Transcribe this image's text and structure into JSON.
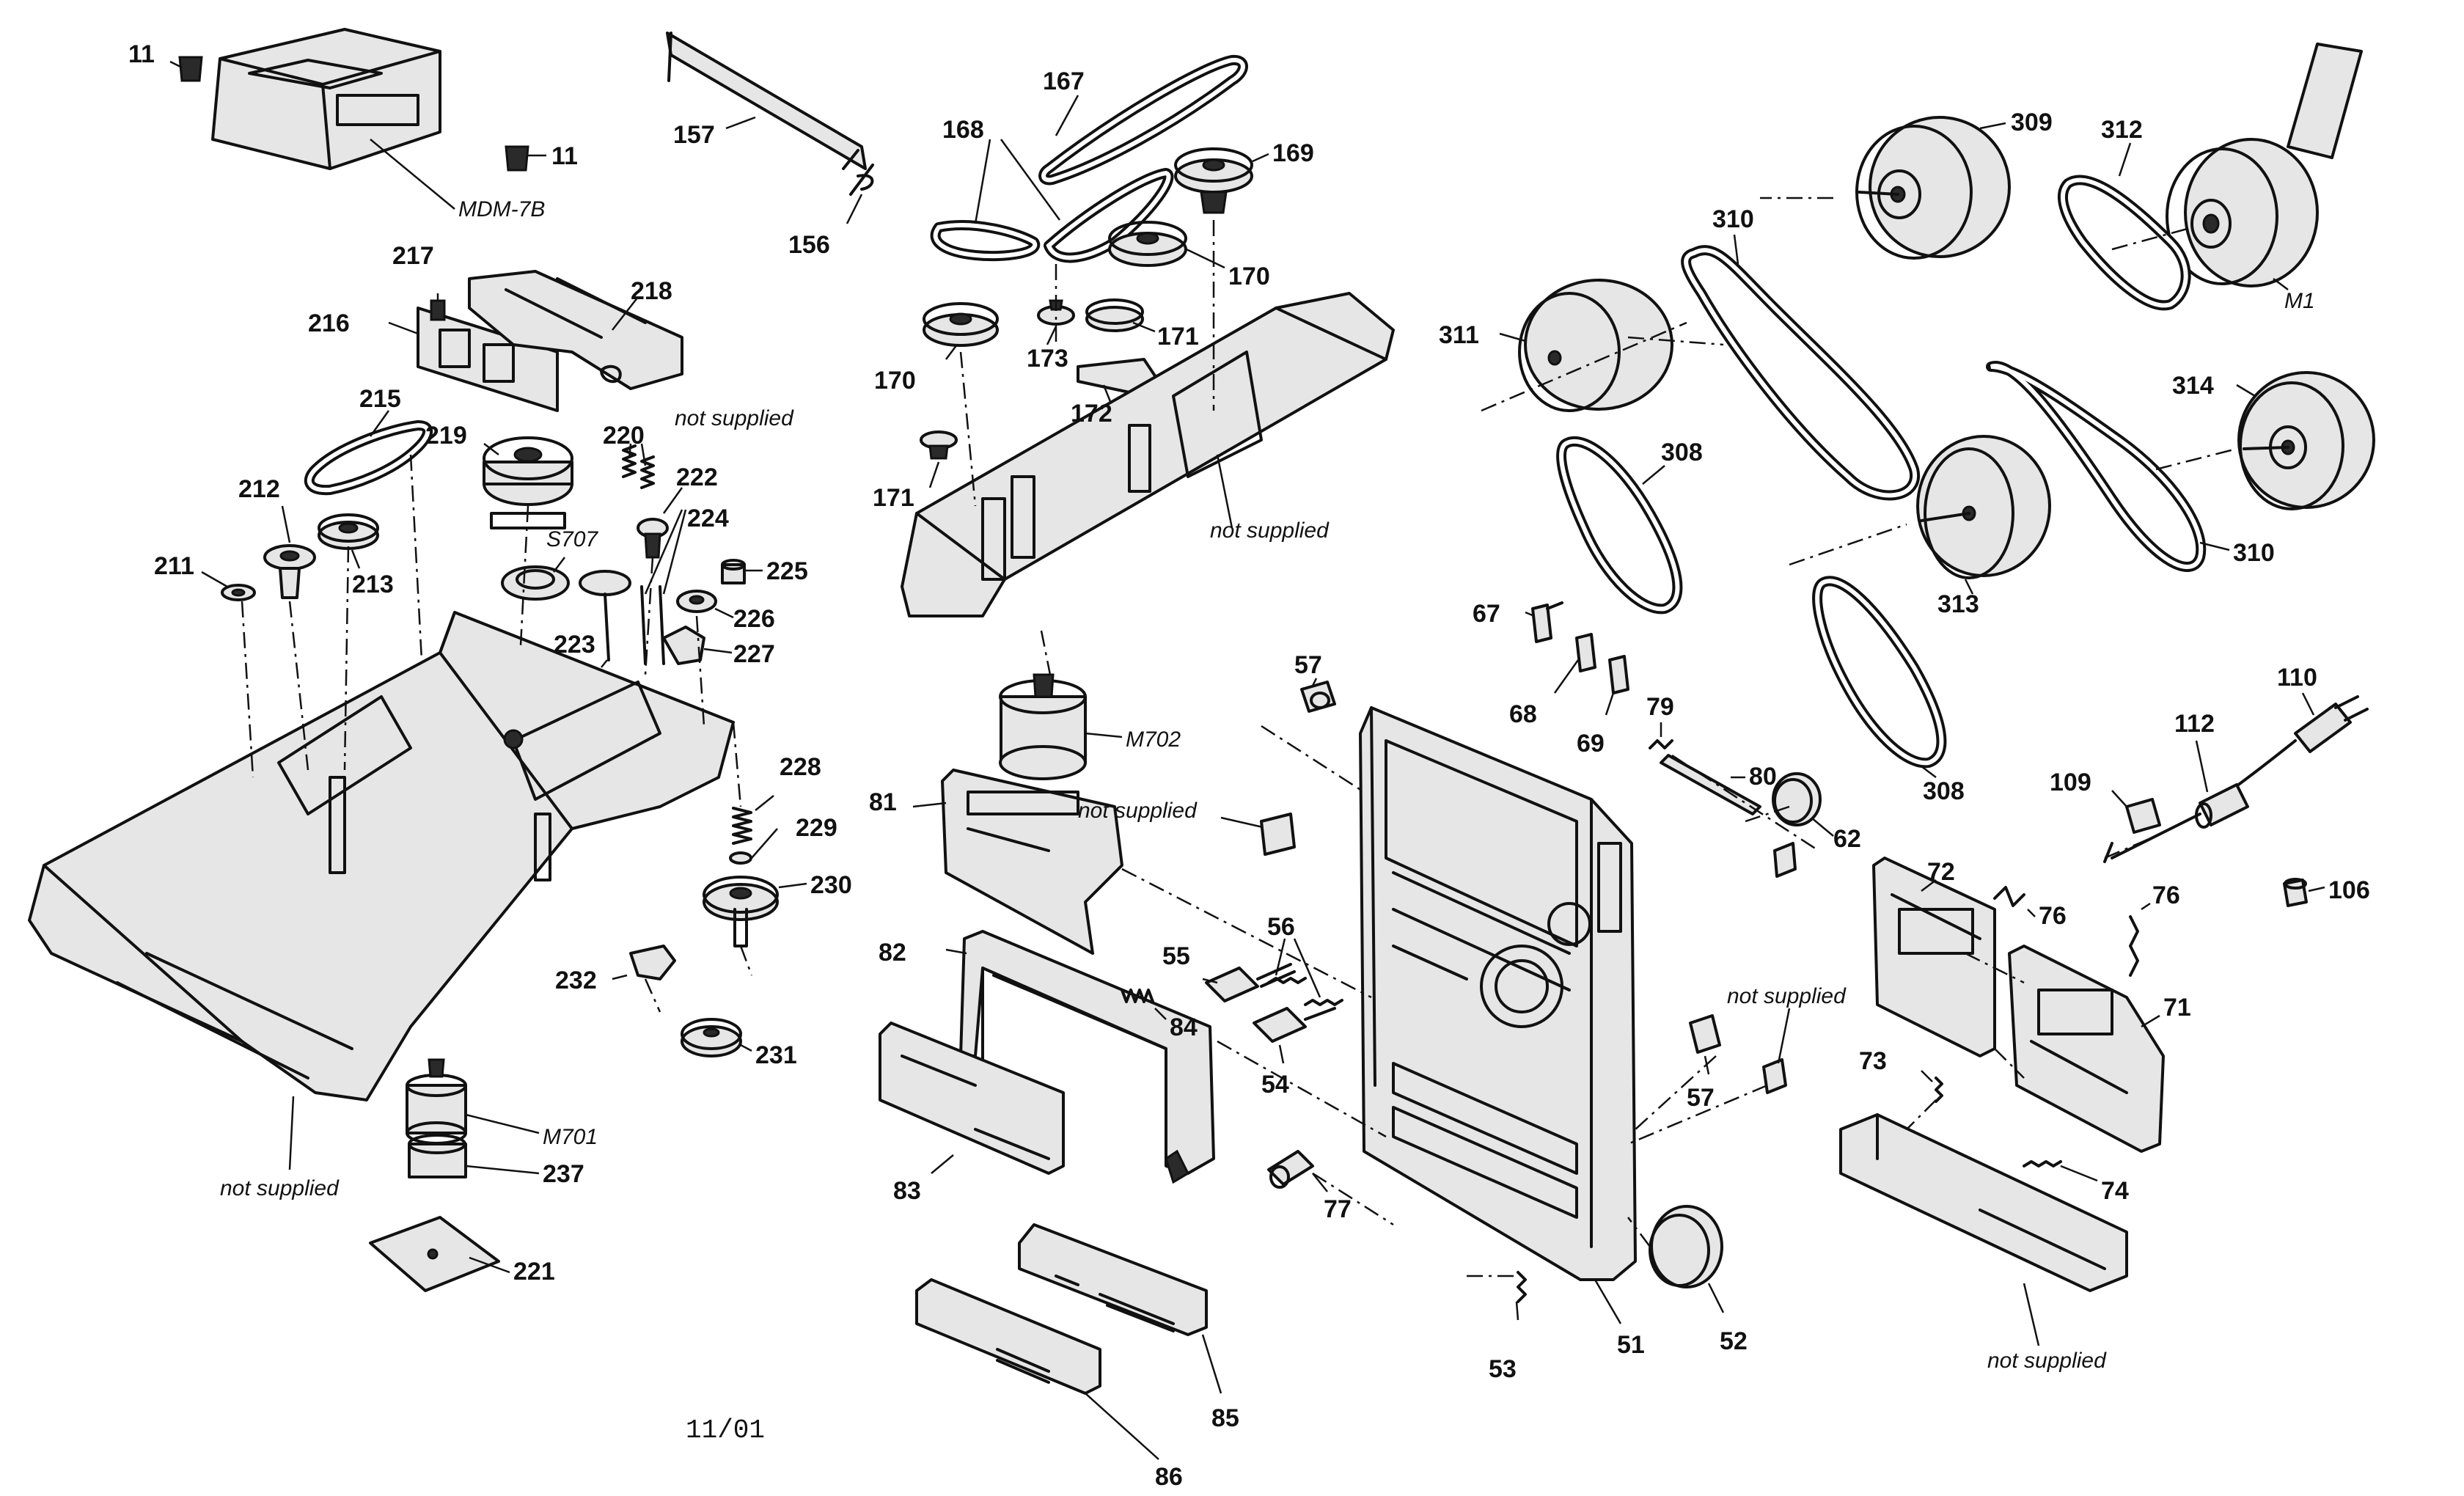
{
  "labels": {
    "p11a": "11",
    "p11b": "11",
    "mdm7b": "MDM-7B",
    "p157": "157",
    "p156": "156",
    "p167": "167",
    "p168": "168",
    "p169": "169",
    "p170a": "170",
    "p170b": "170",
    "p171a": "171",
    "p171b": "171",
    "p172": "172",
    "p173": "173",
    "m702": "M702",
    "p309": "309",
    "p310a": "310",
    "p310b": "310",
    "p311": "311",
    "p312": "312",
    "p313": "313",
    "p314": "314",
    "p308a": "308",
    "p308b": "308",
    "m1": "M1",
    "p216": "216",
    "p217": "217",
    "p218": "218",
    "p215": "215",
    "p219": "219",
    "p220": "220",
    "p222": "222",
    "p224": "224",
    "s707": "S707",
    "p212": "212",
    "p213": "213",
    "p211": "211",
    "p225": "225",
    "p226": "226",
    "p223": "223",
    "p227": "227",
    "p228": "228",
    "p229": "229",
    "p230": "230",
    "p232": "232",
    "p231": "231",
    "m701": "M701",
    "p237": "237",
    "p221": "221",
    "p57a": "57",
    "p57b": "57",
    "p67": "67",
    "p68": "68",
    "p69": "69",
    "p79": "79",
    "p80": "80",
    "p62": "62",
    "p81": "81",
    "p82": "82",
    "p55": "55",
    "p56": "56",
    "p84": "84",
    "p54": "54",
    "p83": "83",
    "p77": "77",
    "p53": "53",
    "p51": "51",
    "p52": "52",
    "p85": "85",
    "p86": "86",
    "p110": "110",
    "p112": "112",
    "p109": "109",
    "p106": "106",
    "p72": "72",
    "p76a": "76",
    "p76b": "76",
    "p71": "71",
    "p73": "73",
    "p74": "74"
  },
  "notes": {
    "ns_chassis": "not supplied",
    "ns_deck": "not supplied",
    "ns_bracket": "not supplied",
    "ns_panel": "not supplied",
    "ns_right": "not supplied",
    "ns_bottom": "not supplied"
  },
  "footer": {
    "date": "11/01"
  }
}
